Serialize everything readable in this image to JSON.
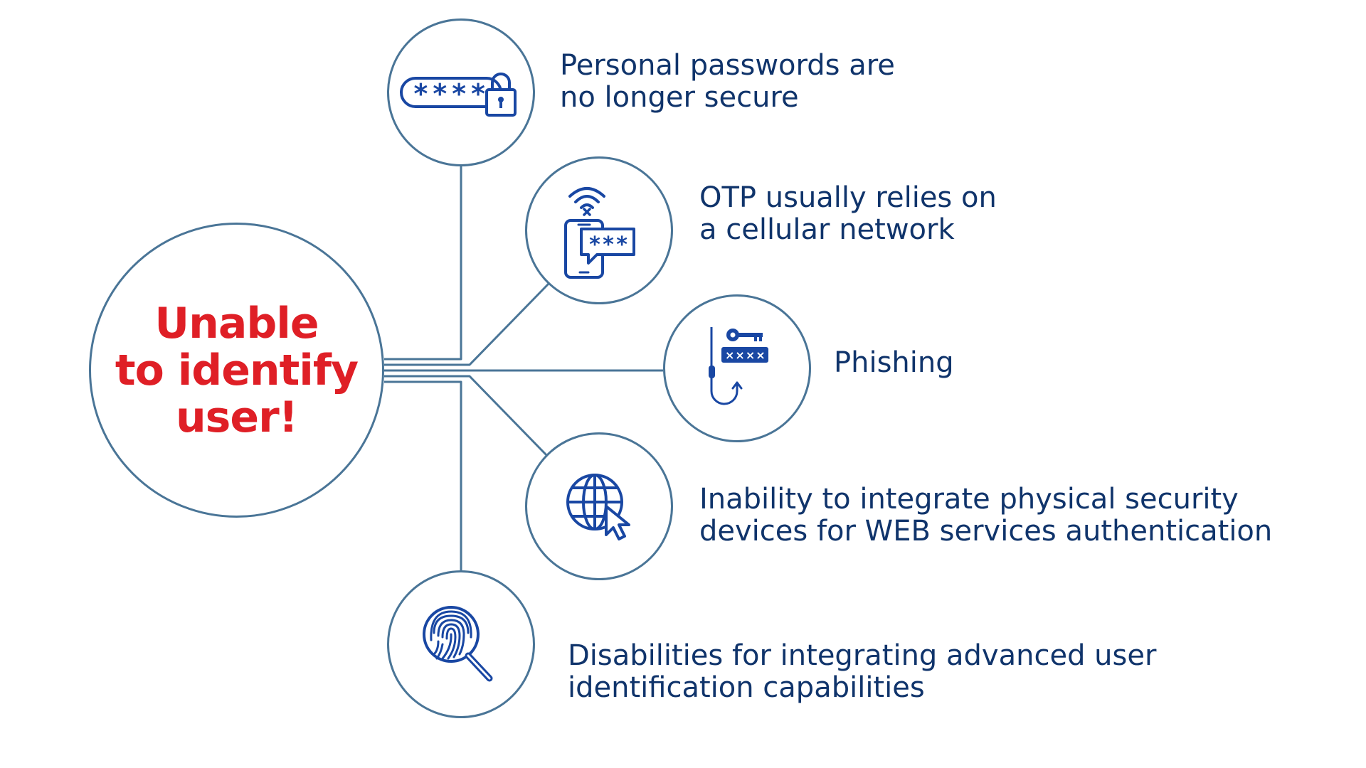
{
  "diagram": {
    "center": {
      "lines": [
        "Unable",
        "to identify",
        "user!"
      ],
      "color": "#df1f26"
    },
    "colors": {
      "connector": "#4a7597",
      "icon": "#1947a3",
      "label_text": "#10346b"
    },
    "nodes": [
      {
        "icon": "password-lock-icon",
        "lines": [
          "Personal passwords are",
          "no longer secure"
        ],
        "icon_text": "****"
      },
      {
        "icon": "phone-otp-icon",
        "lines": [
          "OTP usually relies on",
          "a cellular network"
        ],
        "icon_text": "***"
      },
      {
        "icon": "phishing-hook-icon",
        "lines": [
          "Phishing"
        ],
        "icon_text": "××××"
      },
      {
        "icon": "globe-cursor-icon",
        "lines": [
          "Inability to integrate physical security",
          "devices for WEB services authentication"
        ]
      },
      {
        "icon": "fingerprint-search-icon",
        "lines": [
          "Disabilities for integrating advanced user",
          "identification capabilities"
        ]
      }
    ]
  }
}
